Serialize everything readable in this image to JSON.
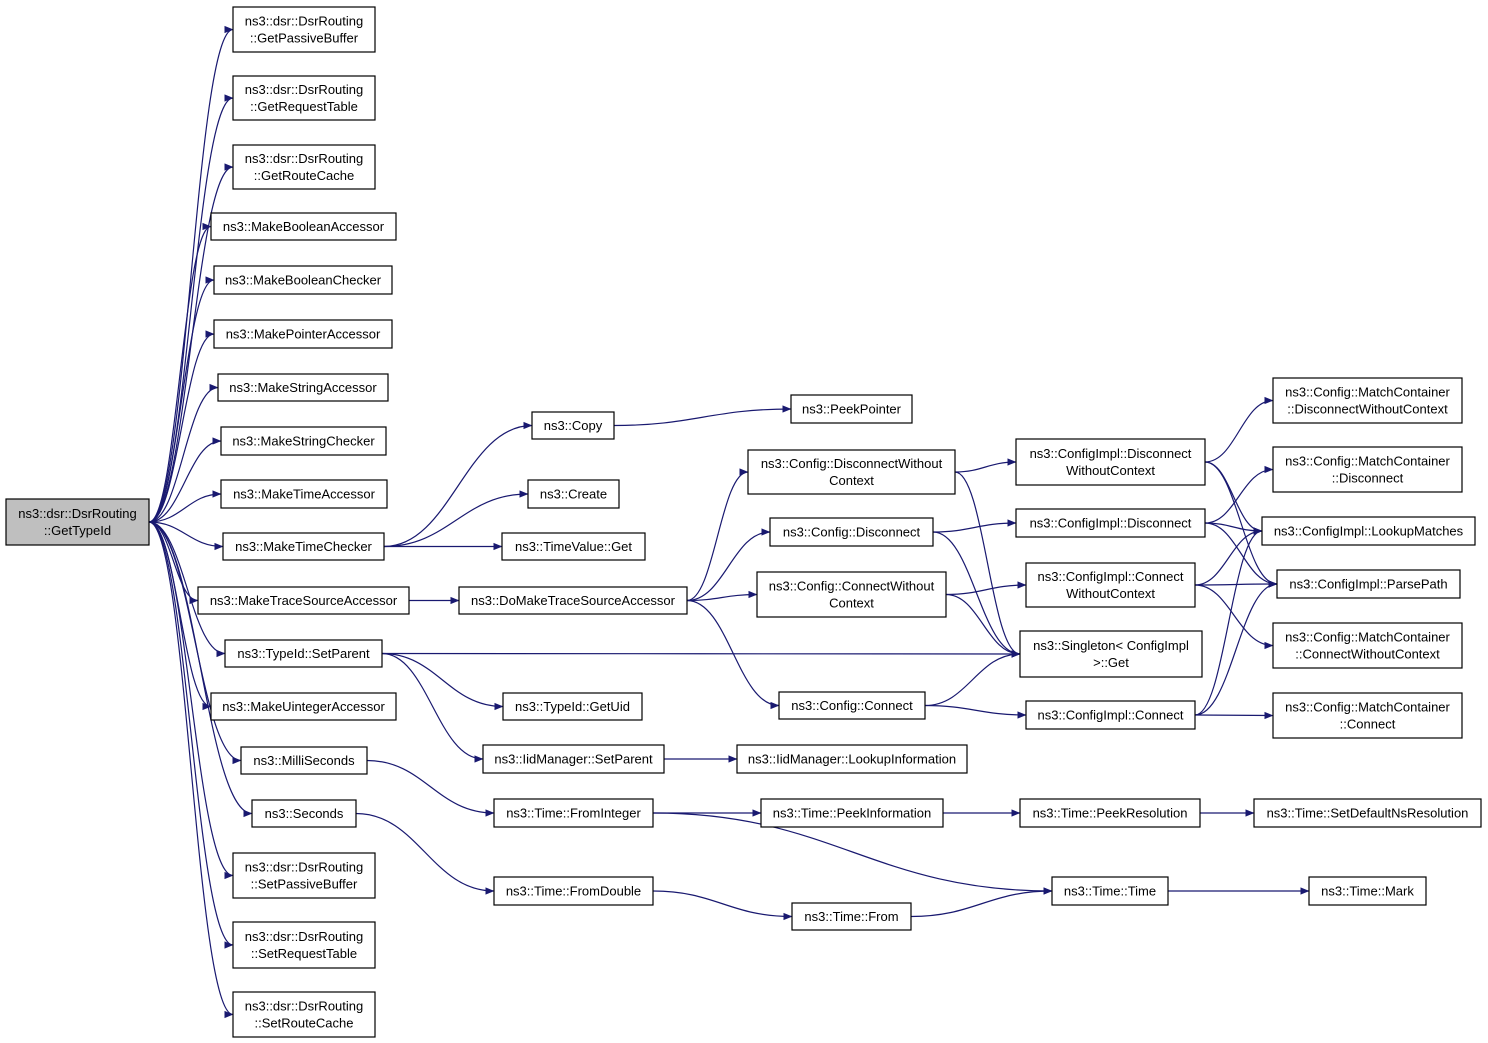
{
  "colors": {
    "edge": "#191970",
    "border_default": "#000000",
    "border_truncated": "#ff0000",
    "fill_default": "#ffffff",
    "fill_root": "#bfbfbf"
  },
  "nodes": [
    {
      "id": "root",
      "lines": [
        "ns3::dsr::DsrRouting",
        "::GetTypeId"
      ],
      "style": "root"
    },
    {
      "id": "getPassiveBuffer",
      "lines": [
        "ns3::dsr::DsrRouting",
        "::GetPassiveBuffer"
      ]
    },
    {
      "id": "getRequestTable",
      "lines": [
        "ns3::dsr::DsrRouting",
        "::GetRequestTable"
      ]
    },
    {
      "id": "getRouteCache",
      "lines": [
        "ns3::dsr::DsrRouting",
        "::GetRouteCache"
      ]
    },
    {
      "id": "makeBooleanAccessor",
      "lines": [
        "ns3::MakeBooleanAccessor"
      ]
    },
    {
      "id": "makeBooleanChecker",
      "lines": [
        "ns3::MakeBooleanChecker"
      ]
    },
    {
      "id": "makePointerAccessor",
      "lines": [
        "ns3::MakePointerAccessor"
      ]
    },
    {
      "id": "makeStringAccessor",
      "lines": [
        "ns3::MakeStringAccessor"
      ]
    },
    {
      "id": "makeStringChecker",
      "lines": [
        "ns3::MakeStringChecker"
      ]
    },
    {
      "id": "makeTimeAccessor",
      "lines": [
        "ns3::MakeTimeAccessor"
      ]
    },
    {
      "id": "makeTimeChecker",
      "lines": [
        "ns3::MakeTimeChecker"
      ]
    },
    {
      "id": "makeTraceSourceAccessor",
      "lines": [
        "ns3::MakeTraceSourceAccessor"
      ]
    },
    {
      "id": "typeIdSetParent",
      "lines": [
        "ns3::TypeId::SetParent"
      ]
    },
    {
      "id": "makeUintegerAccessor",
      "lines": [
        "ns3::MakeUintegerAccessor"
      ]
    },
    {
      "id": "milliSeconds",
      "lines": [
        "ns3::MilliSeconds"
      ]
    },
    {
      "id": "seconds",
      "lines": [
        "ns3::Seconds"
      ]
    },
    {
      "id": "setPassiveBuffer",
      "lines": [
        "ns3::dsr::DsrRouting",
        "::SetPassiveBuffer"
      ]
    },
    {
      "id": "setRequestTable",
      "lines": [
        "ns3::dsr::DsrRouting",
        "::SetRequestTable"
      ]
    },
    {
      "id": "setRouteCache",
      "lines": [
        "ns3::dsr::DsrRouting",
        "::SetRouteCache"
      ]
    },
    {
      "id": "copy",
      "lines": [
        "ns3::Copy"
      ]
    },
    {
      "id": "create",
      "lines": [
        "ns3::Create"
      ]
    },
    {
      "id": "timeValueGet",
      "lines": [
        "ns3::TimeValue::Get"
      ]
    },
    {
      "id": "doMakeTraceSourceAccessor",
      "lines": [
        "ns3::DoMakeTraceSourceAccessor"
      ]
    },
    {
      "id": "typeIdGetUid",
      "lines": [
        "ns3::TypeId::GetUid"
      ]
    },
    {
      "id": "iidManagerSetParent",
      "lines": [
        "ns3::IidManager::SetParent"
      ]
    },
    {
      "id": "timeFromInteger",
      "lines": [
        "ns3::Time::FromInteger"
      ]
    },
    {
      "id": "timeFromDouble",
      "lines": [
        "ns3::Time::FromDouble"
      ]
    },
    {
      "id": "peekPointer",
      "lines": [
        "ns3::PeekPointer"
      ]
    },
    {
      "id": "configDisconnectWithoutContext",
      "lines": [
        "ns3::Config::DisconnectWithout",
        "Context"
      ]
    },
    {
      "id": "configDisconnect",
      "lines": [
        "ns3::Config::Disconnect"
      ]
    },
    {
      "id": "configConnectWithoutContext",
      "lines": [
        "ns3::Config::ConnectWithout",
        "Context"
      ]
    },
    {
      "id": "configConnect",
      "lines": [
        "ns3::Config::Connect"
      ]
    },
    {
      "id": "iidManagerLookupInformation",
      "lines": [
        "ns3::IidManager::LookupInformation"
      ]
    },
    {
      "id": "timePeekInformation",
      "lines": [
        "ns3::Time::PeekInformation"
      ]
    },
    {
      "id": "timeFrom",
      "lines": [
        "ns3::Time::From"
      ]
    },
    {
      "id": "implDisconnectWithoutContext",
      "lines": [
        "ns3::ConfigImpl::Disconnect",
        "WithoutContext"
      ]
    },
    {
      "id": "implDisconnect",
      "lines": [
        "ns3::ConfigImpl::Disconnect"
      ]
    },
    {
      "id": "implConnectWithoutContext",
      "lines": [
        "ns3::ConfigImpl::Connect",
        "WithoutContext"
      ]
    },
    {
      "id": "singletonGet",
      "lines": [
        "ns3::Singleton< ConfigImpl",
        ">::Get"
      ]
    },
    {
      "id": "implConnect",
      "lines": [
        "ns3::ConfigImpl::Connect"
      ]
    },
    {
      "id": "timePeekResolution",
      "lines": [
        "ns3::Time::PeekResolution"
      ]
    },
    {
      "id": "timeTime",
      "lines": [
        "ns3::Time::Time"
      ]
    },
    {
      "id": "mcDisconnectWithoutContext",
      "lines": [
        "ns3::Config::MatchContainer",
        "::DisconnectWithoutContext"
      ],
      "style": "truncated"
    },
    {
      "id": "mcDisconnect",
      "lines": [
        "ns3::Config::MatchContainer",
        "::Disconnect"
      ]
    },
    {
      "id": "lookupMatches",
      "lines": [
        "ns3::ConfigImpl::LookupMatches"
      ]
    },
    {
      "id": "parsePath",
      "lines": [
        "ns3::ConfigImpl::ParsePath"
      ]
    },
    {
      "id": "mcConnectWithoutContext",
      "lines": [
        "ns3::Config::MatchContainer",
        "::ConnectWithoutContext"
      ],
      "style": "truncated"
    },
    {
      "id": "mcConnect",
      "lines": [
        "ns3::Config::MatchContainer",
        "::Connect"
      ]
    },
    {
      "id": "setDefaultNsResolution",
      "lines": [
        "ns3::Time::SetDefaultNsResolution"
      ],
      "style": "truncated"
    },
    {
      "id": "timeMark",
      "lines": [
        "ns3::Time::Mark"
      ],
      "style": "truncated"
    }
  ],
  "edges": [
    [
      "root",
      "getPassiveBuffer"
    ],
    [
      "root",
      "getRequestTable"
    ],
    [
      "root",
      "getRouteCache"
    ],
    [
      "root",
      "makeBooleanAccessor"
    ],
    [
      "root",
      "makeBooleanChecker"
    ],
    [
      "root",
      "makePointerAccessor"
    ],
    [
      "root",
      "makeStringAccessor"
    ],
    [
      "root",
      "makeStringChecker"
    ],
    [
      "root",
      "makeTimeAccessor"
    ],
    [
      "root",
      "makeTimeChecker"
    ],
    [
      "root",
      "makeTraceSourceAccessor"
    ],
    [
      "root",
      "typeIdSetParent"
    ],
    [
      "root",
      "makeUintegerAccessor"
    ],
    [
      "root",
      "milliSeconds"
    ],
    [
      "root",
      "seconds"
    ],
    [
      "root",
      "setPassiveBuffer"
    ],
    [
      "root",
      "setRequestTable"
    ],
    [
      "root",
      "setRouteCache"
    ],
    [
      "makeTimeChecker",
      "copy"
    ],
    [
      "makeTimeChecker",
      "create"
    ],
    [
      "makeTimeChecker",
      "timeValueGet"
    ],
    [
      "makeTraceSourceAccessor",
      "doMakeTraceSourceAccessor"
    ],
    [
      "typeIdSetParent",
      "singletonGet"
    ],
    [
      "typeIdSetParent",
      "typeIdGetUid"
    ],
    [
      "typeIdSetParent",
      "iidManagerSetParent"
    ],
    [
      "milliSeconds",
      "timeFromInteger"
    ],
    [
      "seconds",
      "timeFromDouble"
    ],
    [
      "copy",
      "peekPointer"
    ],
    [
      "doMakeTraceSourceAccessor",
      "configDisconnectWithoutContext"
    ],
    [
      "doMakeTraceSourceAccessor",
      "configDisconnect"
    ],
    [
      "doMakeTraceSourceAccessor",
      "configConnectWithoutContext"
    ],
    [
      "doMakeTraceSourceAccessor",
      "configConnect"
    ],
    [
      "iidManagerSetParent",
      "iidManagerLookupInformation"
    ],
    [
      "timeFromInteger",
      "timePeekInformation"
    ],
    [
      "timeFromInteger",
      "timeTime"
    ],
    [
      "timeFromDouble",
      "timeFrom"
    ],
    [
      "configDisconnectWithoutContext",
      "implDisconnectWithoutContext"
    ],
    [
      "configDisconnectWithoutContext",
      "singletonGet"
    ],
    [
      "configDisconnect",
      "implDisconnect"
    ],
    [
      "configDisconnect",
      "singletonGet"
    ],
    [
      "configConnectWithoutContext",
      "implConnectWithoutContext"
    ],
    [
      "configConnectWithoutContext",
      "singletonGet"
    ],
    [
      "configConnect",
      "singletonGet"
    ],
    [
      "configConnect",
      "implConnect"
    ],
    [
      "timePeekInformation",
      "timePeekResolution"
    ],
    [
      "timeFrom",
      "timeTime"
    ],
    [
      "implDisconnectWithoutContext",
      "mcDisconnectWithoutContext"
    ],
    [
      "implDisconnectWithoutContext",
      "lookupMatches"
    ],
    [
      "implDisconnectWithoutContext",
      "parsePath"
    ],
    [
      "implDisconnect",
      "mcDisconnect"
    ],
    [
      "implDisconnect",
      "lookupMatches"
    ],
    [
      "implDisconnect",
      "parsePath"
    ],
    [
      "implConnectWithoutContext",
      "lookupMatches"
    ],
    [
      "implConnectWithoutContext",
      "parsePath"
    ],
    [
      "implConnectWithoutContext",
      "mcConnectWithoutContext"
    ],
    [
      "implConnect",
      "lookupMatches"
    ],
    [
      "implConnect",
      "parsePath"
    ],
    [
      "implConnect",
      "mcConnect"
    ],
    [
      "timePeekResolution",
      "setDefaultNsResolution"
    ],
    [
      "timeTime",
      "timeMark"
    ]
  ]
}
